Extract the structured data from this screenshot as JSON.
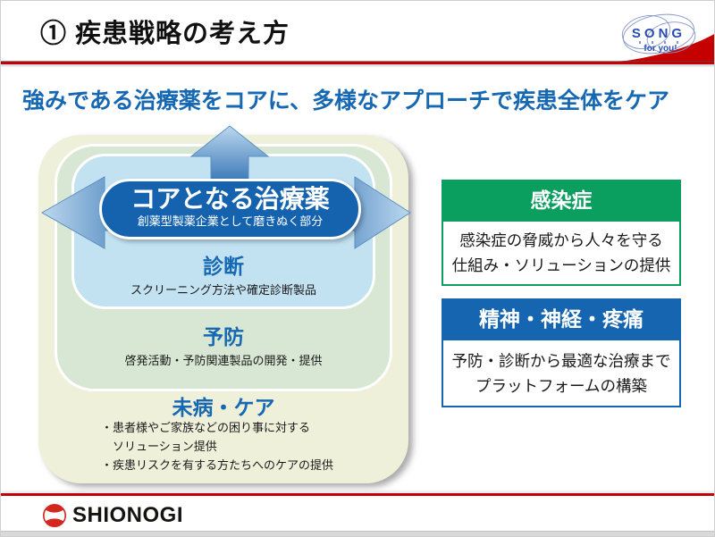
{
  "slide": {
    "title": "① 疾患戦略の考え方",
    "headline": "強みである治療薬をコアに、多様なアプローチで疾患全体をケア"
  },
  "song_logo": {
    "name": "SONG",
    "tagline": "for you!"
  },
  "diagram": {
    "core": {
      "title": "コアとなる治療薬",
      "subtitle": "創薬型製薬企業として磨きぬく部分"
    },
    "diagnosis": {
      "label": "診断",
      "description": "スクリーニング方法や確定診断製品"
    },
    "prevention": {
      "label": "予防",
      "description": "啓発活動・予防関連製品の開発・提供"
    },
    "pre_disease": {
      "label": "未病・ケア",
      "bullet_line1": "・患者様やご家族などの困り事に対する",
      "bullet_line2": "ソリューション提供",
      "bullet_line3": "・疾患リスクを有する方たちへのケアの提供"
    }
  },
  "panels": {
    "infection": {
      "title": "感染症",
      "body": "感染症の脅威から人々を守る\n仕組み・ソリューションの提供"
    },
    "neuro": {
      "title": "精神・神経・疼痛",
      "body": "予防・診断から最適な治療まで\nプラットフォームの構築"
    }
  },
  "footer": {
    "brand": "SHIONOGI"
  },
  "colors": {
    "accent_red": "#c40000",
    "headline_blue": "#1668b3",
    "core_blue": "#1562ae",
    "infection_green": "#0a9e5f",
    "neuro_blue": "#1565b0",
    "layer_cream": "#eef0da",
    "layer_green": "#d8e7d3",
    "layer_blue": "#c2e1f1"
  }
}
